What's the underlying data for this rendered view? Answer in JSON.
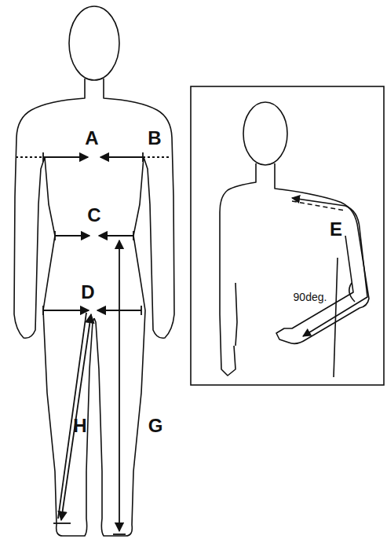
{
  "diagram": {
    "labels": [
      "A",
      "B",
      "C",
      "D",
      "H",
      "G",
      "E",
      "90deg."
    ]
  }
}
